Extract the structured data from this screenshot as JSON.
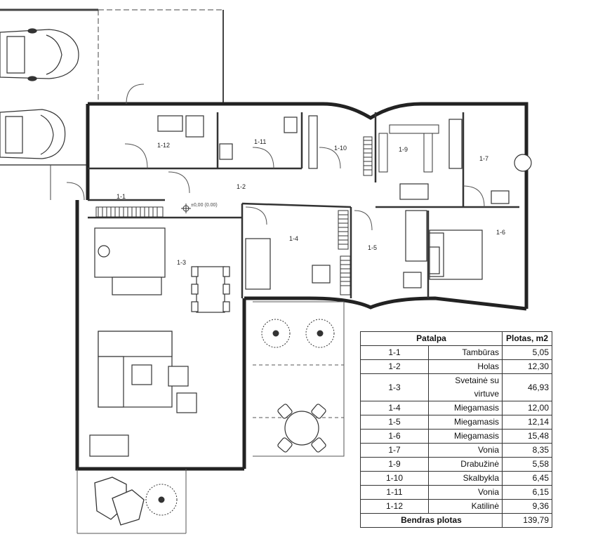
{
  "plan": {
    "level_mark": "±0,00 (0.00)",
    "rooms": [
      {
        "code": "1-1"
      },
      {
        "code": "1-2"
      },
      {
        "code": "1-3"
      },
      {
        "code": "1-4"
      },
      {
        "code": "1-5"
      },
      {
        "code": "1-6"
      },
      {
        "code": "1-7"
      },
      {
        "code": "1-9"
      },
      {
        "code": "1-10"
      },
      {
        "code": "1-11"
      },
      {
        "code": "1-12"
      }
    ]
  },
  "table": {
    "header": {
      "room": "Patalpa",
      "area": "Plotas, m2"
    },
    "rows": [
      {
        "code": "1-1",
        "name": "Tambūras",
        "area": "5,05"
      },
      {
        "code": "1-2",
        "name": "Holas",
        "area": "12,30"
      },
      {
        "code": "1-3",
        "name": "Svetainė su virtuve",
        "area": "46,93"
      },
      {
        "code": "1-4",
        "name": "Miegamasis",
        "area": "12,00"
      },
      {
        "code": "1-5",
        "name": "Miegamasis",
        "area": "12,14"
      },
      {
        "code": "1-6",
        "name": "Miegamasis",
        "area": "15,48"
      },
      {
        "code": "1-7",
        "name": "Vonia",
        "area": "8,35"
      },
      {
        "code": "1-9",
        "name": "Drabužinė",
        "area": "5,58"
      },
      {
        "code": "1-10",
        "name": "Skalbykla",
        "area": "6,45"
      },
      {
        "code": "1-11",
        "name": "Vonia",
        "area": "6,15"
      },
      {
        "code": "1-12",
        "name": "Katilinė",
        "area": "9,36"
      }
    ],
    "total": {
      "label": "Bendras plotas",
      "area": "139,79"
    }
  }
}
